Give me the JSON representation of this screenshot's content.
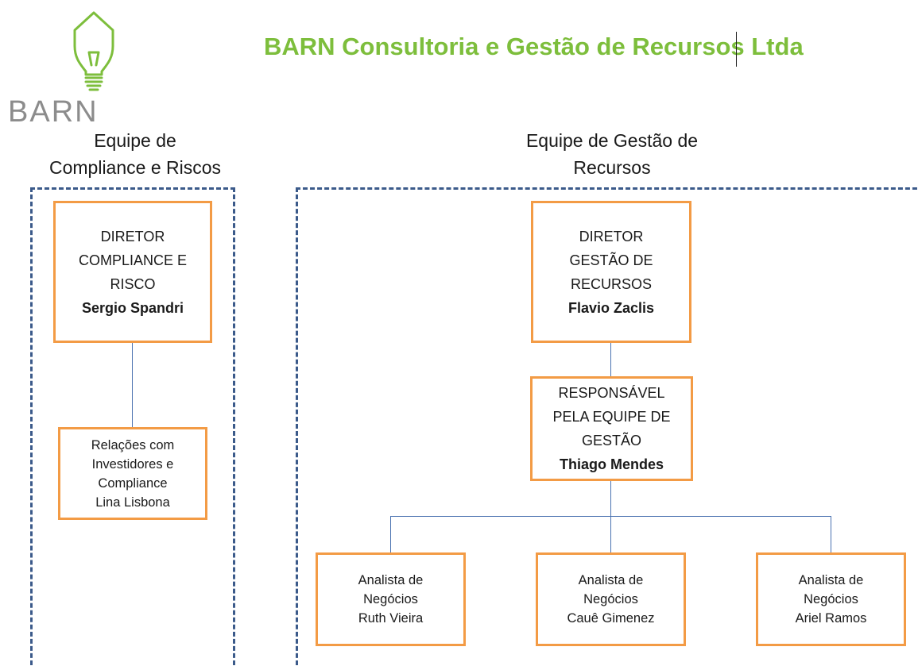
{
  "logo": {
    "word": "BARN",
    "icon": "lightbulb-house-icon",
    "color": "#7dbe3c"
  },
  "title": "BARN Consultoria e Gestão de Recursos Ltda",
  "groups": {
    "compliance": {
      "heading_line1": "Equipe de",
      "heading_line2": "Compliance e Riscos"
    },
    "gestao": {
      "heading_line1": "Equipe de Gestão de",
      "heading_line2": "Recursos"
    }
  },
  "boxes": {
    "dir_compliance": {
      "role": "DIRETOR\nCOMPLIANCE E\nRISCO",
      "person": "Sergio Spandri"
    },
    "relacoes": {
      "role": "Relações com\nInvestidores e\nCompliance",
      "person": "Lina Lisbona"
    },
    "dir_gestao": {
      "role": "DIRETOR\nGESTÃO DE\nRECURSOS",
      "person": "Flavio Zaclis"
    },
    "responsavel": {
      "role": "RESPONSÁVEL\nPELA EQUIPE DE\nGESTÃO",
      "person": "Thiago Mendes"
    },
    "analista1": {
      "role": "Analista de\nNegócios",
      "person": "Ruth Vieira"
    },
    "analista2": {
      "role": "Analista de\nNegócios",
      "person": "Cauê Gimenez"
    },
    "analista3": {
      "role": "Analista de\nNegócios",
      "person": "Ariel Ramos"
    }
  },
  "colors": {
    "title_green": "#7dbe3c",
    "box_border": "#f39b45",
    "dash_frame": "#3b5a8a",
    "connector": "#4a72b0"
  }
}
